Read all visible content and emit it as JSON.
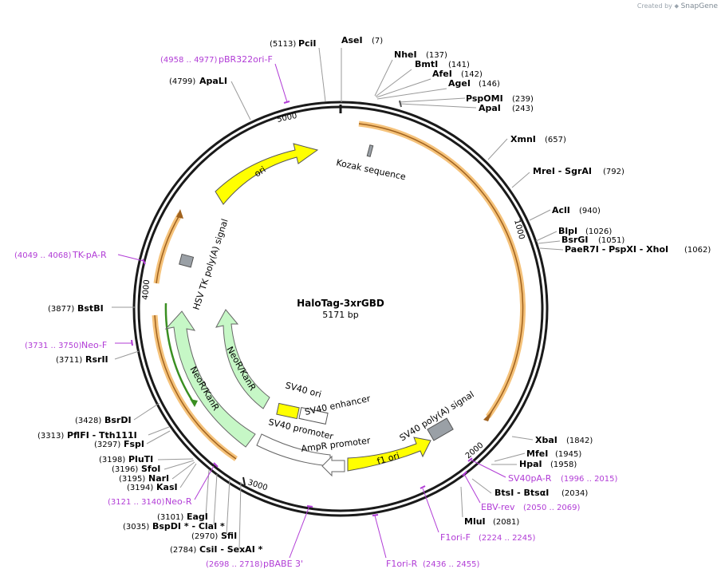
{
  "credit": {
    "prefix": "Created by",
    "brand": "SnapGene"
  },
  "plasmid": {
    "name": "HaloTag-3xrGBD",
    "length": "5171 bp"
  },
  "ticks": [
    "1000",
    "2000",
    "3000",
    "4000",
    "5000"
  ],
  "sites_right": [
    {
      "name": "AseI",
      "pos": "(7)"
    },
    {
      "name": "NheI",
      "pos": "(137)"
    },
    {
      "name": "BmtI",
      "pos": "(141)"
    },
    {
      "name": "AfeI",
      "pos": "(142)"
    },
    {
      "name": "AgeI",
      "pos": "(146)"
    },
    {
      "name": "PspOMI",
      "pos": "(239)"
    },
    {
      "name": "ApaI",
      "pos": "(243)"
    },
    {
      "name": "XmnI",
      "pos": "(657)"
    },
    {
      "name": "MreI - SgrAI",
      "pos": "(792)"
    },
    {
      "name": "AclI",
      "pos": "(940)"
    },
    {
      "name": "BlpI",
      "pos": "(1026)"
    },
    {
      "name": "BsrGI",
      "pos": "(1051)"
    },
    {
      "name": "PaeR7I - PspXI - XhoI",
      "pos": "(1062)"
    },
    {
      "name": "XbaI",
      "pos": "(1842)"
    },
    {
      "name": "MfeI",
      "pos": "(1945)"
    },
    {
      "name": "HpaI",
      "pos": "(1958)"
    },
    {
      "name": "BtsI - BtsαI",
      "pos": "(2034)"
    },
    {
      "name": "MluI",
      "pos": "(2081)"
    }
  ],
  "sites_left": [
    {
      "name": "PciI",
      "pos": "(5113)"
    },
    {
      "name": "ApaLI",
      "pos": "(4799)"
    },
    {
      "name": "BstBI",
      "pos": "(3877)"
    },
    {
      "name": "RsrII",
      "pos": "(3711)"
    },
    {
      "name": "BsrDI",
      "pos": "(3428)"
    },
    {
      "name": "PflFI - Tth111I",
      "pos": "(3313)"
    },
    {
      "name": "FspI",
      "pos": "(3297)"
    },
    {
      "name": "PluTI",
      "pos": "(3198)"
    },
    {
      "name": "SfoI",
      "pos": "(3196)"
    },
    {
      "name": "NarI",
      "pos": "(3195)"
    },
    {
      "name": "KasI",
      "pos": "(3194)"
    },
    {
      "name": "EagI",
      "pos": "(3101)"
    },
    {
      "name": "BspDI * - ClaI *",
      "pos": "(3035)"
    },
    {
      "name": "SfiI",
      "pos": "(2970)"
    },
    {
      "name": "CsiI - SexAI *",
      "pos": "(2784)"
    }
  ],
  "primers": [
    {
      "name": "pBR322ori-F",
      "pos": "(4958 .. 4977)"
    },
    {
      "name": "TK-pA-R",
      "pos": "(4049 .. 4068)"
    },
    {
      "name": "Neo-F",
      "pos": "(3731 .. 3750)"
    },
    {
      "name": "Neo-R",
      "pos": "(3121 .. 3140)"
    },
    {
      "name": "pBABE 3'",
      "pos": "(2698 .. 2718)"
    },
    {
      "name": "F1ori-R",
      "pos": "(2436 .. 2455)"
    },
    {
      "name": "F1ori-F",
      "pos": "(2224 .. 2245)"
    },
    {
      "name": "EBV-rev",
      "pos": "(2050 .. 2069)"
    },
    {
      "name": "SV40pA-R",
      "pos": "(1996 .. 2015)"
    }
  ],
  "features": {
    "ori": "ori",
    "kozak": "Kozak sequence",
    "hsv_tk": "HSV TK poly(A) signal",
    "neokan_inner": "NeoR/KanR",
    "neokan_outer": "NeoR/KanR",
    "sv40_ori": "SV40 ori",
    "sv40_enh": "SV40 enhancer",
    "sv40_prom": "SV40 promoter",
    "ampr_prom": "AmpR promoter",
    "f1_ori": "f1 ori",
    "sv40_polya": "SV40 poly(A) signal"
  },
  "colors": {
    "backbone": "#1a1a1a",
    "orf_highlight": "#f5c27a",
    "orf_line": "#a0621e",
    "ori": "#ffff00",
    "neo": "#c6f7c6",
    "neo_outer": "#3a8f22",
    "grey_feature": "#9aa0a6",
    "primer": "#b13cd6"
  }
}
